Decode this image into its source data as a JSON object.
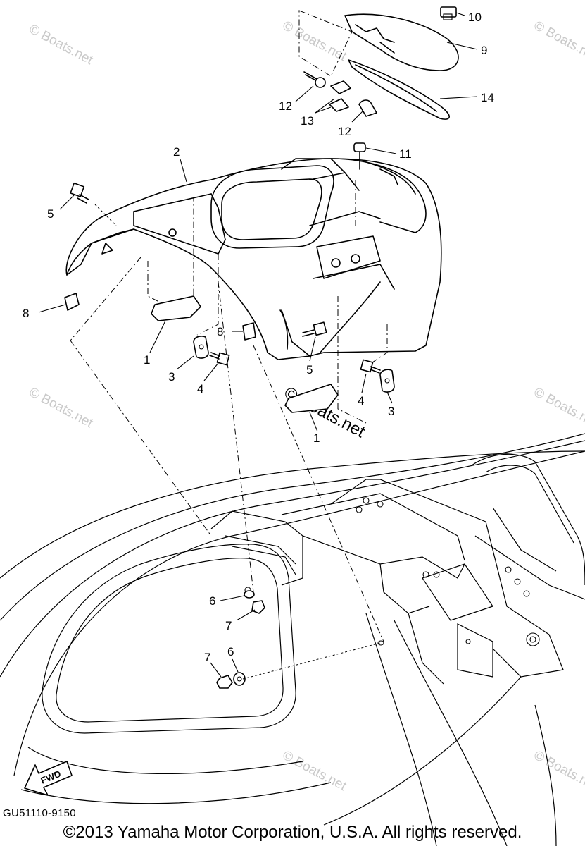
{
  "diagram_code": "GU51110-9150",
  "copyright": "©2013 Yamaha Motor Corporation, U.S.A. All rights reserved.",
  "fwd_label": "FWD",
  "watermark": "© Boats.net",
  "callouts": {
    "c1a": "1",
    "c1b": "1",
    "c2": "2",
    "c3a": "3",
    "c3b": "3",
    "c4a": "4",
    "c4b": "4",
    "c5a": "5",
    "c5b": "5",
    "c6a": "6",
    "c6b": "6",
    "c7a": "7",
    "c7b": "7",
    "c8a": "8",
    "c8b": "8",
    "c9": "9",
    "c10": "10",
    "c11": "11",
    "c12a": "12",
    "c12b": "12",
    "c13": "13",
    "c14": "14"
  }
}
